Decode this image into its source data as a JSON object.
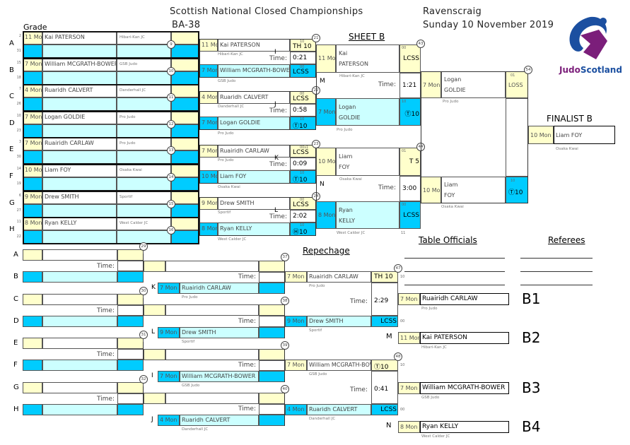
{
  "header": {
    "title": "Scottish National Closed Championships",
    "event_code": "BA-38",
    "venue": "Ravenscraig",
    "date": "Sunday 10 November 2019",
    "grade_label": "Grade",
    "sheet_label": "SHEET B",
    "logo_text_1": "Judo",
    "logo_text_2": "Scotland"
  },
  "colors": {
    "yellow": "#ffffcc",
    "blue": "#00ccff",
    "cyan": "#ccffff"
  },
  "pool": [
    {
      "letter": "A",
      "seed_top": "2",
      "seed_bottom": "31",
      "grade": "11 Mon",
      "name": "Kai PATERSON",
      "club": "Hibari-Kan JC",
      "circle": "9"
    },
    {
      "letter": "B",
      "seed_top": "15",
      "seed_bottom": "18",
      "grade": "7 Mon",
      "name": "William MCGRATH-BOWER",
      "club": "GSB Judo",
      "circle": "10"
    },
    {
      "letter": "C",
      "seed_top": "7",
      "seed_bottom": "26",
      "grade": "4 Mon",
      "name": "Ruaridh CALVERT",
      "club": "Danderhall JC",
      "circle": "11"
    },
    {
      "letter": "D",
      "seed_top": "10",
      "seed_bottom": "23",
      "grade": "7 Mon",
      "name": "Logan GOLDIE",
      "club": "Pro Judo",
      "circle": "12"
    },
    {
      "letter": "E",
      "seed_top": "3",
      "seed_bottom": "30",
      "grade": "7 Mon",
      "name": "Ruairidh CARLAW",
      "club": "Pro Judo",
      "circle": "13"
    },
    {
      "letter": "F",
      "seed_top": "14",
      "seed_bottom": "19",
      "grade": "10 Mon",
      "name": "Liam FOY",
      "club": "Osaka Kwai",
      "circle": "14"
    },
    {
      "letter": "G",
      "seed_top": "6",
      "seed_bottom": "27",
      "grade": "9 Mon",
      "name": "Drew SMITH",
      "club": "Sportif",
      "circle": "15"
    },
    {
      "letter": "H",
      "seed_top": "11",
      "seed_bottom": "22",
      "grade": "8 Mon",
      "name": "Ryan KELLY",
      "club": "West Calder JC",
      "circle": "16"
    }
  ],
  "time_label": "Time:",
  "round2": [
    {
      "match": "21",
      "letter": "I",
      "time": "0:21",
      "top": {
        "grade": "11 Mon",
        "name": "Kai PATERSON",
        "club": "Hibari-Kan JC",
        "small": "10",
        "score": "TH 10"
      },
      "bottom": {
        "grade": "7 Mon",
        "name": "William MCGRATH-BOWER",
        "club": "GSB Judo",
        "small": "00",
        "score": "LCSS"
      }
    },
    {
      "match": "22",
      "letter": "J",
      "time": "0:58",
      "top": {
        "grade": "4 Mon",
        "name": "Ruaridh CALVERT",
        "club": "Danderhall JC",
        "small": "00",
        "score": "LCSS"
      },
      "bottom": {
        "grade": "7 Mon",
        "name": "Logan GOLDIE",
        "club": "Pro Judo",
        "small": "10",
        "score": "Ⓣ10"
      }
    },
    {
      "match": "23",
      "letter": "K",
      "time": "0:09",
      "top": {
        "grade": "7 Mon",
        "name": "Ruairidh CARLAW",
        "club": "Pro Judo",
        "small": "00s1",
        "score": "LCSS"
      },
      "bottom": {
        "grade": "10 Mon",
        "name": "Liam FOY",
        "club": "Osaka Kwai",
        "small": "10",
        "score": "Ⓣ10"
      }
    },
    {
      "match": "24",
      "letter": "L",
      "time": "2:02",
      "top": {
        "grade": "9 Mon",
        "name": "Drew SMITH",
        "club": "Sportif",
        "small": "00",
        "score": "LCSS"
      },
      "bottom": {
        "grade": "8 Mon",
        "name": "Ryan KELLY",
        "club": "West Calder JC",
        "small": "10",
        "score": "Ⓗ10"
      }
    }
  ],
  "semis": [
    {
      "match": "43",
      "letter": "M",
      "time": "1:21",
      "top": {
        "grade": "11 Mon",
        "name": "Kai\nPATERSON",
        "club": "Hibari-Kan JC",
        "small": "00",
        "score": "LCSS"
      },
      "bottom": {
        "grade": "7 Mon",
        "name": "Logan\nGOLDIE",
        "club": "Pro Judo",
        "small": "10",
        "score": "Ⓣ10"
      }
    },
    {
      "match": "44",
      "letter": "N",
      "time": "3:00",
      "top": {
        "grade": "10 Mon",
        "name": "Liam\nFOY",
        "club": "Osaka Kwai",
        "small": "01",
        "score": "T 5"
      },
      "bottom": {
        "grade": "8 Mon",
        "name": "Ryan\nKELLY",
        "club": "West Calder JC",
        "small": "00",
        "score": "LCSS",
        "note": "11"
      }
    }
  ],
  "final": {
    "match": "54",
    "top": {
      "grade": "7 Mon",
      "name": "Logan\nGOLDIE",
      "club": "Pro Judo",
      "small": "01",
      "score": "LOSS"
    },
    "bottom": {
      "grade": "10 Mon",
      "name": "Liam\nFOY",
      "club": "Osaka Kwai",
      "small": "10",
      "score": "Ⓣ10"
    }
  },
  "finalist": {
    "title": "FINALIST B",
    "grade": "10 Mon",
    "name": "Liam FOY",
    "club": "Osaka Kwai"
  },
  "repechage": {
    "title": "Repechage",
    "rows": [
      "A",
      "B",
      "C",
      "D",
      "E",
      "F",
      "G",
      "H"
    ],
    "first_circles": [
      "29",
      "30",
      "31",
      "32"
    ],
    "second": [
      {
        "match": "37",
        "letter": "K",
        "grade": "7 Mon",
        "name": "Ruairidh CARLAW",
        "club": "Pro Judo"
      },
      {
        "match": "38",
        "letter": "L",
        "grade": "9 Mon",
        "name": "Drew SMITH",
        "club": "Sportif"
      },
      {
        "match": "39",
        "letter": "I",
        "grade": "7 Mon",
        "name": "William MCGRATH-BOWER",
        "club": "GSB Judo"
      },
      {
        "match": "40",
        "letter": "J",
        "grade": "4 Mon",
        "name": "Ruaridh CALVERT",
        "club": "Danderhall JC"
      }
    ],
    "third": [
      {
        "match": "47",
        "time": "2:29",
        "top": {
          "grade": "7 Mon",
          "name": "Ruairidh CARLAW",
          "club": "Pro Judo",
          "score": "TH 10",
          "side": "10"
        },
        "bottom": {
          "grade": "9 Mon",
          "name": "Drew SMITH",
          "club": "Sportif",
          "score": "LCSS",
          "side": "00"
        }
      },
      {
        "match": "48",
        "time": "0:41",
        "top": {
          "grade": "7 Mon",
          "name": "William MCGRATH-BOWER",
          "club": "GSB Judo",
          "score": "Ⓣ10",
          "side": "10"
        },
        "bottom": {
          "grade": "4 Mon",
          "name": "Ruaridh CALVERT",
          "club": "Danderhall JC",
          "score": "LCSS",
          "side": "00"
        }
      }
    ]
  },
  "bronze": [
    {
      "label": "B1",
      "letter": "",
      "grade": "7 Mon",
      "name": "Ruairidh CARLAW",
      "club": "Pro Judo"
    },
    {
      "label": "B2",
      "letter": "M",
      "grade": "11 Mon",
      "name": "Kai PATERSON",
      "club": "Hibari-Kan JC"
    },
    {
      "label": "B3",
      "letter": "",
      "grade": "7 Mon",
      "name": "William MCGRATH-BOWER",
      "club": "GSB Judo"
    },
    {
      "label": "B4",
      "letter": "N",
      "grade": "8 Mon",
      "name": "Ryan KELLY",
      "club": "West Calder JC"
    }
  ],
  "officials": {
    "table_title": "Table Officials",
    "referees_title": "Referees"
  }
}
